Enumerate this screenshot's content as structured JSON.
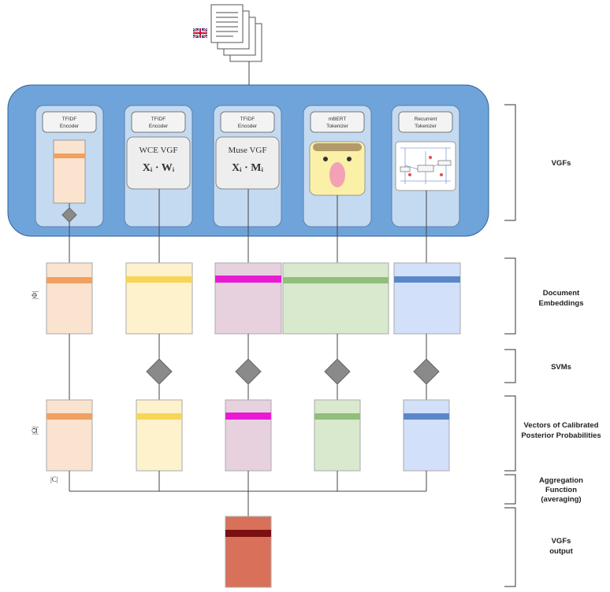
{
  "encoders": [
    {
      "line1": "TFIDF",
      "line2": "Encoder"
    },
    {
      "line1": "TFIDF",
      "line2": "Encoder"
    },
    {
      "line1": "TFIDF",
      "line2": "Encoder"
    },
    {
      "line1": "mBERT",
      "line2": "Tokenizer"
    },
    {
      "line1": "Recurrent",
      "line2": "Tokenizer"
    }
  ],
  "wce": {
    "title": "WCE VGF",
    "formula": "Xᵢ · Wᵢ"
  },
  "muse": {
    "title": "Muse VGF",
    "formula": "Xᵢ · Mᵢ"
  },
  "dims": {
    "doc": "|Φ|",
    "post": "|Ω|",
    "classes": "|C|"
  },
  "sections": {
    "vgfs": "VGFs",
    "doc_embeddings": [
      "Document",
      "Embeddings"
    ],
    "svms": "SVMs",
    "vectors": [
      "Vectors of Calibrated",
      "Posterior Probabilities"
    ],
    "aggregation": [
      "Aggregation",
      "Function",
      "(averaging)"
    ],
    "output": [
      "VGFs",
      "output"
    ]
  },
  "colors": {
    "panel": "#6fa4db",
    "posterior": "#fae3cf",
    "wce": "#fdf2cc",
    "muse": "#e7d1de",
    "mbert": "#d8e9cd",
    "recurrent": "#d2e0f9",
    "output": "#d9705a",
    "output_band": "#7a1010"
  }
}
